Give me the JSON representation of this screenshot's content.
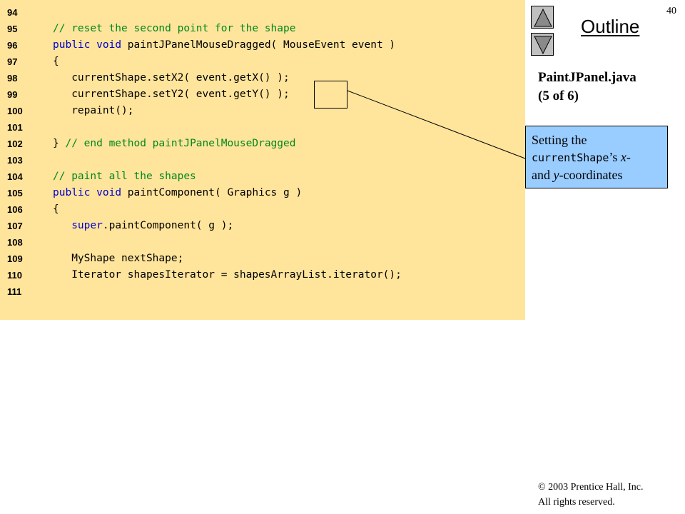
{
  "page_number": "40",
  "outline": {
    "title": "Outline",
    "up_icon": "up-triangle-icon",
    "down_icon": "down-triangle-icon"
  },
  "file": {
    "name": "PaintJPanel.java",
    "part": "(5 of 6)"
  },
  "colors": {
    "code_background": "#ffe49c",
    "comment": "#00881b",
    "keyword": "#0000cc",
    "callout_background": "#99ccff",
    "nav_button": "#c0c0c0"
  },
  "code_lines": [
    {
      "num": "94",
      "tokens": []
    },
    {
      "num": "95",
      "tokens": [
        {
          "t": "// reset the second point for the shape",
          "k": "comment"
        }
      ]
    },
    {
      "num": "96",
      "tokens": [
        {
          "t": "public",
          "k": "keyword"
        },
        {
          "t": " ",
          "k": "normal"
        },
        {
          "t": "void",
          "k": "keyword"
        },
        {
          "t": " paintJPanelMouseDragged( MouseEvent event )",
          "k": "normal"
        }
      ]
    },
    {
      "num": "97",
      "tokens": [
        {
          "t": "{",
          "k": "normal"
        }
      ]
    },
    {
      "num": "98",
      "tokens": [
        {
          "t": "   currentShape.setX2( event.getX() );",
          "k": "normal"
        }
      ]
    },
    {
      "num": "99",
      "tokens": [
        {
          "t": "   currentShape.setY2( event.getY() );",
          "k": "normal"
        }
      ]
    },
    {
      "num": "100",
      "tokens": [
        {
          "t": "   repaint();",
          "k": "normal"
        }
      ]
    },
    {
      "num": "101",
      "tokens": []
    },
    {
      "num": "102",
      "tokens": [
        {
          "t": "} ",
          "k": "normal"
        },
        {
          "t": "// end method paintJPanelMouseDragged",
          "k": "comment"
        }
      ]
    },
    {
      "num": "103",
      "tokens": []
    },
    {
      "num": "104",
      "tokens": [
        {
          "t": "// paint all the shapes",
          "k": "comment"
        }
      ]
    },
    {
      "num": "105",
      "tokens": [
        {
          "t": "public",
          "k": "keyword"
        },
        {
          "t": " ",
          "k": "normal"
        },
        {
          "t": "void",
          "k": "keyword"
        },
        {
          "t": " paintComponent( Graphics g )",
          "k": "normal"
        }
      ]
    },
    {
      "num": "106",
      "tokens": [
        {
          "t": "{",
          "k": "normal"
        }
      ]
    },
    {
      "num": "107",
      "tokens": [
        {
          "t": "   ",
          "k": "normal"
        },
        {
          "t": "super",
          "k": "keyword"
        },
        {
          "t": ".paintComponent( g );",
          "k": "normal"
        }
      ]
    },
    {
      "num": "108",
      "tokens": []
    },
    {
      "num": "109",
      "tokens": [
        {
          "t": "   MyShape nextShape;",
          "k": "normal"
        }
      ]
    },
    {
      "num": "110",
      "tokens": [
        {
          "t": "   Iterator shapesIterator = shapesArrayList.iterator();",
          "k": "normal"
        }
      ]
    },
    {
      "num": "111",
      "tokens": []
    }
  ],
  "callout": {
    "text_1": "Setting the ",
    "code": "currentShape",
    "text_2": "’s ",
    "x_var": "x",
    "text_3": "-",
    "text_4": "and ",
    "y_var": "y",
    "text_5": "-coordinates"
  },
  "copyright": {
    "line1": "©  2003 Prentice Hall, Inc.",
    "line2": "All rights reserved."
  }
}
